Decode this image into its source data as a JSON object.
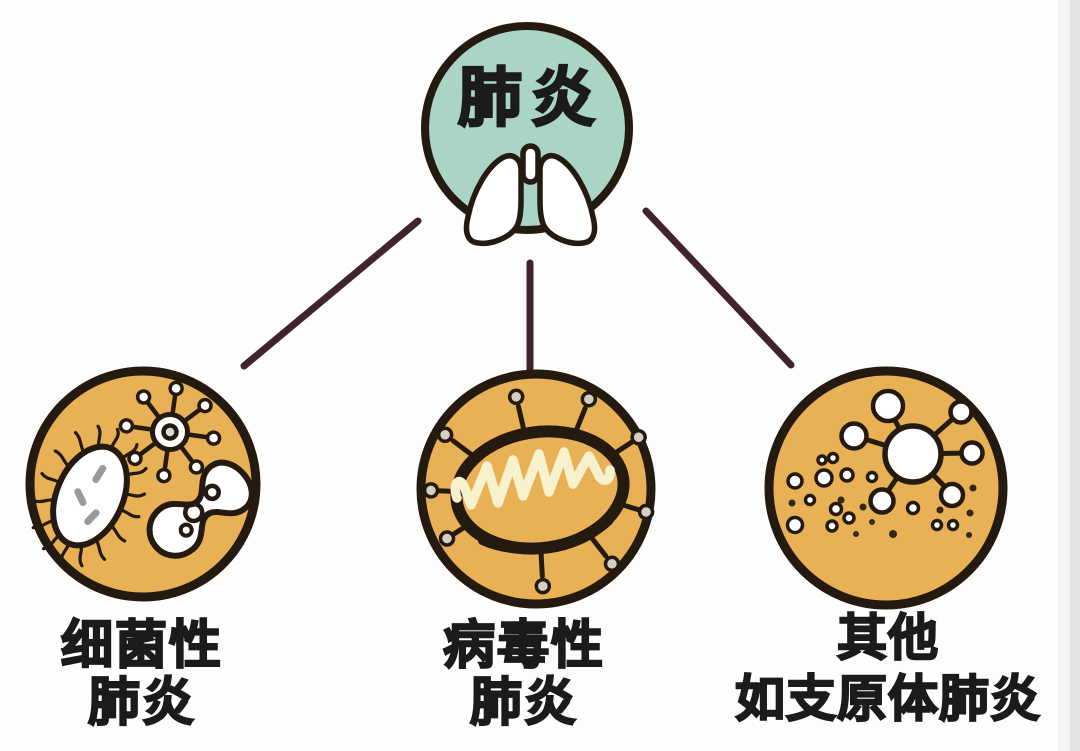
{
  "page": {
    "background": "#fdfdfd",
    "description_label": "pneumonia classification diagram"
  },
  "colors": {
    "root_fill": "#a9d4c6",
    "branch_fill": "#e8b156",
    "outline": "#241a10",
    "connector": "#41242a",
    "text": "#1b1b1b",
    "squiggle": "#f7f1cd",
    "knob_fill": "#d6d0c2",
    "rod_fill": "#9a9a9a"
  },
  "diagram": {
    "root": {
      "label": "肺炎",
      "icon": "lungs-icon"
    },
    "branches": [
      {
        "id": "bacterial",
        "icon": "bacteria-icon",
        "label_line1": "细菌性",
        "label_line2": "肺炎"
      },
      {
        "id": "viral",
        "icon": "virus-icon",
        "label_line1": "病毒性",
        "label_line2": "肺炎"
      },
      {
        "id": "other",
        "icon": "mycoplasma-icon",
        "label_line1": "其他",
        "label_line2": "如支原体肺炎"
      }
    ]
  }
}
